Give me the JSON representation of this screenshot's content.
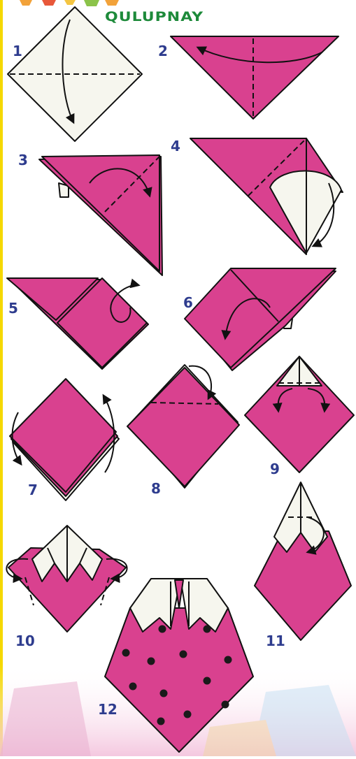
{
  "title": "QULUPNAY",
  "steps": [
    "1",
    "2",
    "3",
    "4",
    "5",
    "6",
    "7",
    "8",
    "9",
    "10",
    "11",
    "12"
  ],
  "colors": {
    "paper_pink": "#d9418f",
    "paper_white": "#f6f6ee",
    "outline": "#111111",
    "step_number": "#2e3c8e",
    "title_green": "#1d8a3a",
    "border_yellow": "#f5d800"
  }
}
